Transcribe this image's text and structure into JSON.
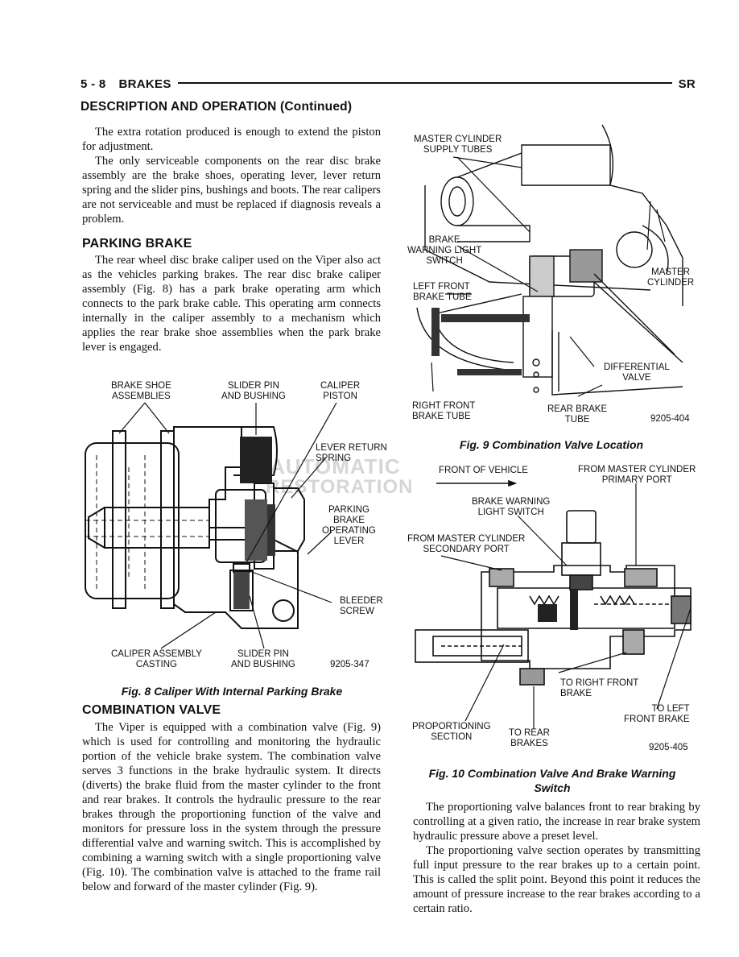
{
  "header": {
    "page_ref": "5 - 8",
    "section": "BRAKES",
    "model": "SR"
  },
  "section_heading": "DESCRIPTION AND OPERATION (Continued)",
  "left_column": {
    "intro_paragraphs": [
      "The extra rotation produced is enough to extend the piston for adjustment.",
      "The only serviceable components on the rear disc brake assembly are the brake shoes, operating lever, lever return spring and the slider pins, bushings and boots. The rear calipers are not serviceable and must be replaced if diagnosis reveals a problem."
    ],
    "parking_brake": {
      "heading": "PARKING BRAKE",
      "paragraphs": [
        "The rear wheel disc brake caliper used on the Viper also act as the vehicles parking brakes. The rear disc brake caliper assembly (Fig. 8) has a park brake operating arm which connects to the park brake cable. This operating arm connects internally in the caliper assembly to a mechanism which applies the rear brake shoe assemblies when the park brake lever is engaged."
      ]
    },
    "combination_valve": {
      "heading": "COMBINATION VALVE",
      "paragraphs": [
        "The Viper is equipped with a combination valve (Fig. 9) which is used for controlling and monitoring the hydraulic portion of the vehicle brake system. The combination valve serves 3 functions in the brake hydraulic system. It directs (diverts) the brake fluid from the master cylinder to the front and rear brakes. It controls the hydraulic pressure to the rear brakes through the proportioning function of the valve and monitors for pressure loss in the system through the pressure differential valve and warning switch. This is accomplished by combining a warning switch with a single proportioning valve (Fig. 10). The combination valve is attached to the frame rail below and forward of the master cylinder (Fig. 9)."
      ]
    }
  },
  "fig8": {
    "labels": {
      "brake_shoe": "BRAKE SHOE\nASSEMBLIES",
      "slider_pin_top": "SLIDER PIN\nAND BUSHING",
      "caliper_piston": "CALIPER\nPISTON",
      "lever_return": "LEVER RETURN\nSPRING",
      "parking_lever": "PARKING\nBRAKE\nOPERATING\nLEVER",
      "bleeder": "BLEEDER\nSCREW",
      "caliper_casting": "CALIPER ASSEMBLY\nCASTING",
      "slider_pin_bottom": "SLIDER PIN\nAND BUSHING"
    },
    "watermark": "AUTOMATIC RESTORATION",
    "number": "9205-347",
    "caption": "Fig. 8 Caliper With Internal Parking Brake"
  },
  "fig9": {
    "labels": {
      "supply_tubes": "MASTER CYLINDER\nSUPPLY TUBES",
      "warning_switch": "BRAKE\nWARNING LIGHT\nSWITCH",
      "left_front": "LEFT FRONT\nBRAKE TUBE",
      "master_cylinder": "MASTER\nCYLINDER",
      "differential": "DIFFERENTIAL\nVALVE",
      "right_front": "RIGHT FRONT\nBRAKE TUBE",
      "rear_brake": "REAR BRAKE\nTUBE"
    },
    "number": "9205-404",
    "caption": "Fig. 9 Combination Valve Location"
  },
  "fig10": {
    "labels": {
      "front_of_vehicle": "FRONT OF VEHICLE",
      "primary_port": "FROM MASTER CYLINDER\nPRIMARY PORT",
      "warning_switch": "BRAKE WARNING\nLIGHT SWITCH",
      "secondary_port": "FROM MASTER CYLINDER\nSECONDARY PORT",
      "right_front": "TO RIGHT FRONT\nBRAKE",
      "left_front": "TO LEFT\nFRONT BRAKE",
      "proportioning": "PROPORTIONING\nSECTION",
      "rear_brakes": "TO REAR\nBRAKES"
    },
    "number": "9205-405",
    "caption": "Fig. 10 Combination Valve And Brake Warning Switch"
  },
  "right_column": {
    "paragraphs": [
      "The proportioning valve balances front to rear braking by controlling at a given ratio, the increase in rear brake system hydraulic pressure above a preset level.",
      "The proportioning valve section operates by transmitting full input pressure to the rear brakes up to a certain point. This is called the split point. Beyond this point it reduces the amount of pressure increase to the rear brakes according to a certain ratio."
    ]
  }
}
